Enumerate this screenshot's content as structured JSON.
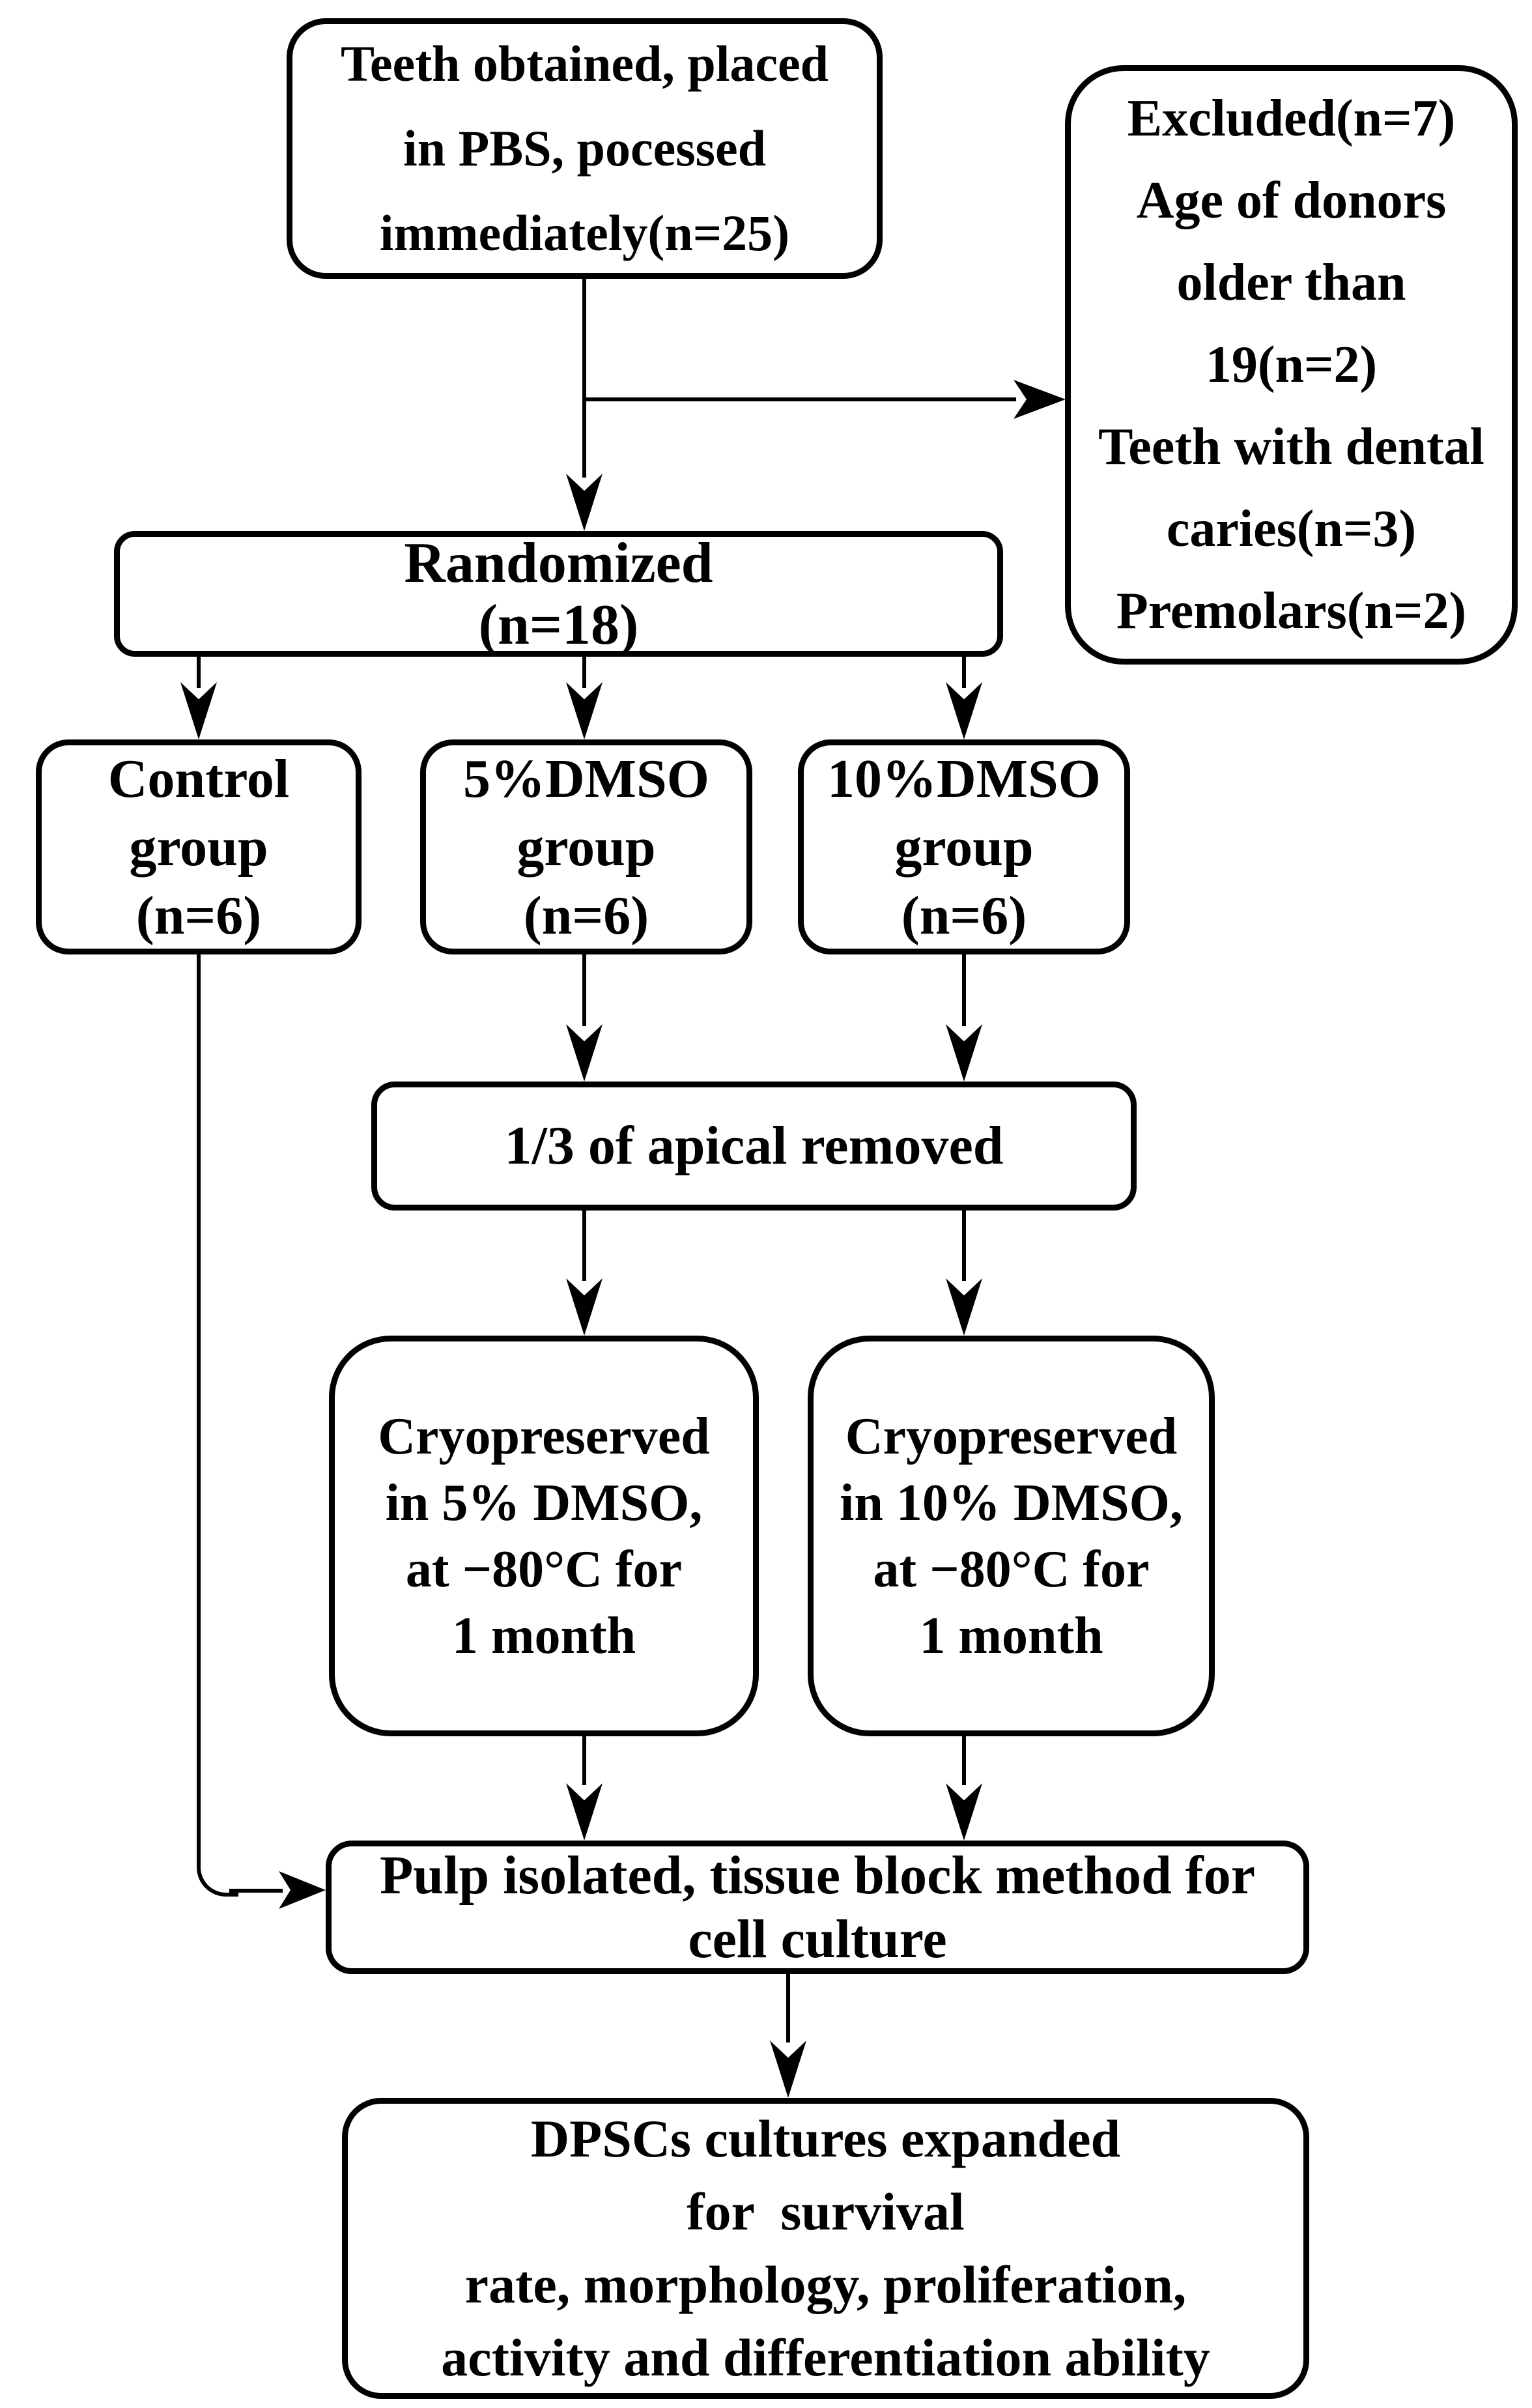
{
  "figure": {
    "kind": "study-flowchart",
    "ink_color": "#000000",
    "background_color": "#ffffff"
  },
  "nodes": {
    "teeth_obtained": {
      "lines": [
        "Teeth obtained, placed",
        "in PBS, pocessed",
        "immediately(n=25)"
      ]
    },
    "excluded": {
      "lines": [
        "Excluded(n=7)",
        "Age of donors",
        "older than",
        "19(n=2)",
        "Teeth with dental",
        "caries(n=3)",
        "Premolars(n=2)"
      ]
    },
    "randomized": {
      "lines": [
        "Randomized",
        "(n=18)"
      ]
    },
    "control_group": {
      "lines": [
        "Control",
        "group",
        "(n=6)"
      ]
    },
    "dmso5_group": {
      "lines": [
        "5%DMSO",
        "group",
        "(n=6)"
      ]
    },
    "dmso10_group": {
      "lines": [
        "10%DMSO",
        "group",
        "(n=6)"
      ]
    },
    "apical_removed": {
      "lines": [
        "1/3 of apical removed"
      ]
    },
    "cryo5": {
      "lines": [
        "Cryopreserved",
        "in 5% DMSO,",
        "at −80°C for",
        "1 month"
      ]
    },
    "cryo10": {
      "lines": [
        "Cryopreserved",
        "in 10% DMSO,",
        "at −80°C for",
        "1 month"
      ]
    },
    "pulp_isolated": {
      "lines": [
        "Pulp isolated, tissue block method for",
        "cell culture"
      ]
    },
    "dpscs_expanded": {
      "lines": [
        "DPSCs cultures expanded",
        "for  survival",
        "rate, morphology, proliferation,",
        "activity and differentiation ability"
      ]
    }
  }
}
